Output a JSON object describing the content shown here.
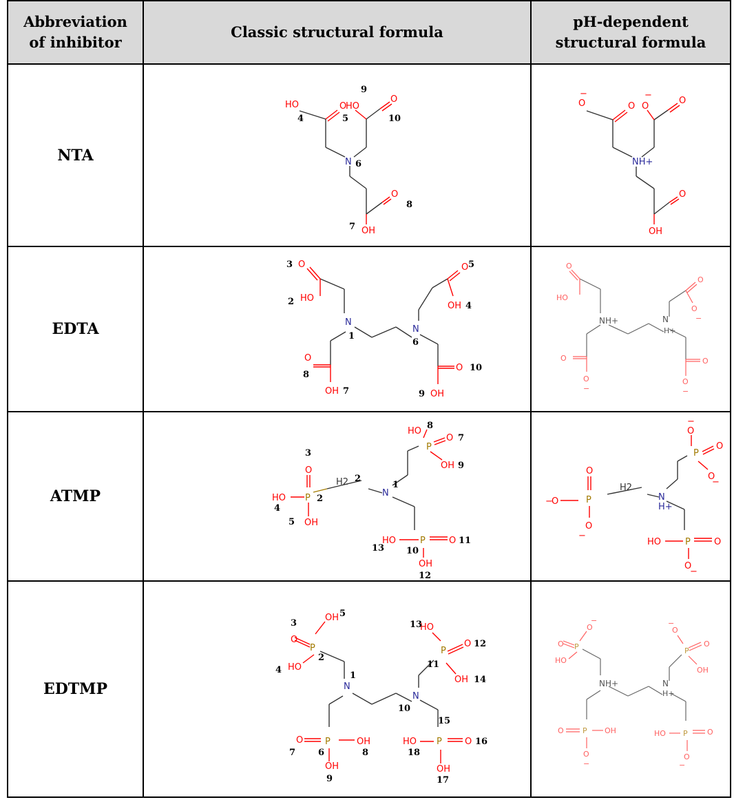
{
  "table": {
    "headers": {
      "col1": "Abbreviation of inhibitor",
      "col1_line1": "Abbreviation",
      "col1_line2": "of inhibitor",
      "col2": "Classic structural formula",
      "col3": "pH-dependent structural formula",
      "col3_line1": "pH-dependent",
      "col3_line2": "structural formula"
    },
    "rows": [
      {
        "abbr": "NTA"
      },
      {
        "abbr": "EDTA"
      },
      {
        "abbr": "ATMP"
      },
      {
        "abbr": "EDTMP"
      }
    ]
  },
  "atoms": {
    "O": "O",
    "OH": "OH",
    "HO": "HO",
    "N": "N",
    "NH_plus": "NH+",
    "H_plus": "H+",
    "P": "P",
    "H2": "H2",
    "minus": "−"
  },
  "colors": {
    "header_bg": "#d9d9d9",
    "oxygen": "#ff0000",
    "nitrogen": "#2a2a9a",
    "phosphorus": "#a27a00",
    "bond": "#333333"
  }
}
